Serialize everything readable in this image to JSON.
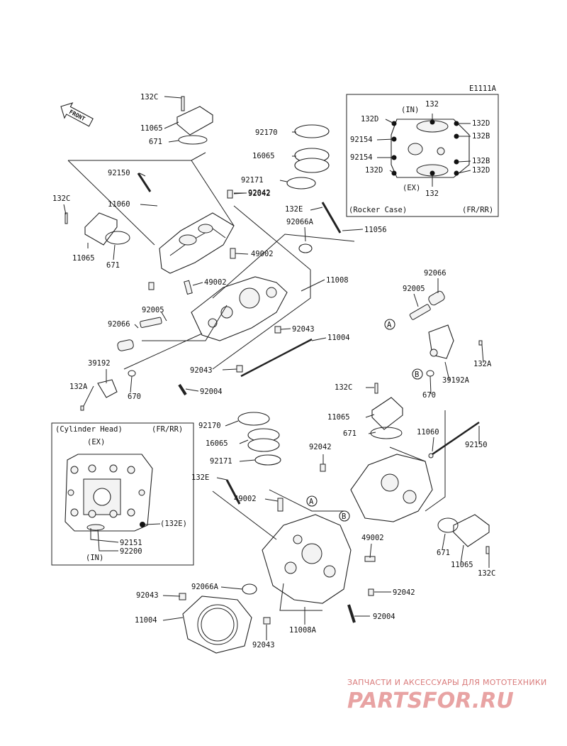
{
  "diagram_code": "E1111A",
  "front_label": "FRONT",
  "insets": {
    "rocker_case": {
      "title": "(Rocker Case)",
      "side": "(FR/RR)",
      "in_label": "(IN)",
      "ex_label": "(EX)"
    },
    "cylinder_head": {
      "title": "(Cylinder Head)",
      "side": "(FR/RR)",
      "ex_label": "(EX)",
      "in_label": "(IN)",
      "bolt_label": "(132E)"
    }
  },
  "rocker_inset_labels": [
    "132",
    "132D",
    "132D",
    "132B",
    "92154",
    "132B",
    "92154",
    "132D",
    "132D",
    "132"
  ],
  "head_inset_labels": [
    "92151",
    "92200"
  ],
  "callouts": [
    "132C",
    "11065",
    "671",
    "92150",
    "132C",
    "11060",
    "11065",
    "671",
    "92042",
    "92005",
    "92066",
    "39192",
    "132A",
    "670",
    "92170",
    "16065",
    "92171",
    "92042",
    "132E",
    "92066A",
    "11056",
    "49002",
    "49002",
    "11008",
    "92043",
    "11004",
    "92043",
    "92004",
    "92066",
    "92005",
    "132A",
    "39192A",
    "670",
    "132C",
    "11065",
    "671",
    "11060",
    "92150",
    "92170",
    "16065",
    "92171",
    "132E",
    "92042",
    "49002",
    "92043",
    "92066A",
    "11004",
    "92043",
    "11008A",
    "92004",
    "92042",
    "49002",
    "671",
    "11065",
    "132C"
  ],
  "circle_markers": [
    "A",
    "B",
    "A",
    "B"
  ],
  "watermark": {
    "line1": "ЗАПЧАСТИ И АКСЕССУАРЫ ДЛЯ МОТОТЕХНИКИ",
    "line2": "PARTSFOR.RU"
  }
}
